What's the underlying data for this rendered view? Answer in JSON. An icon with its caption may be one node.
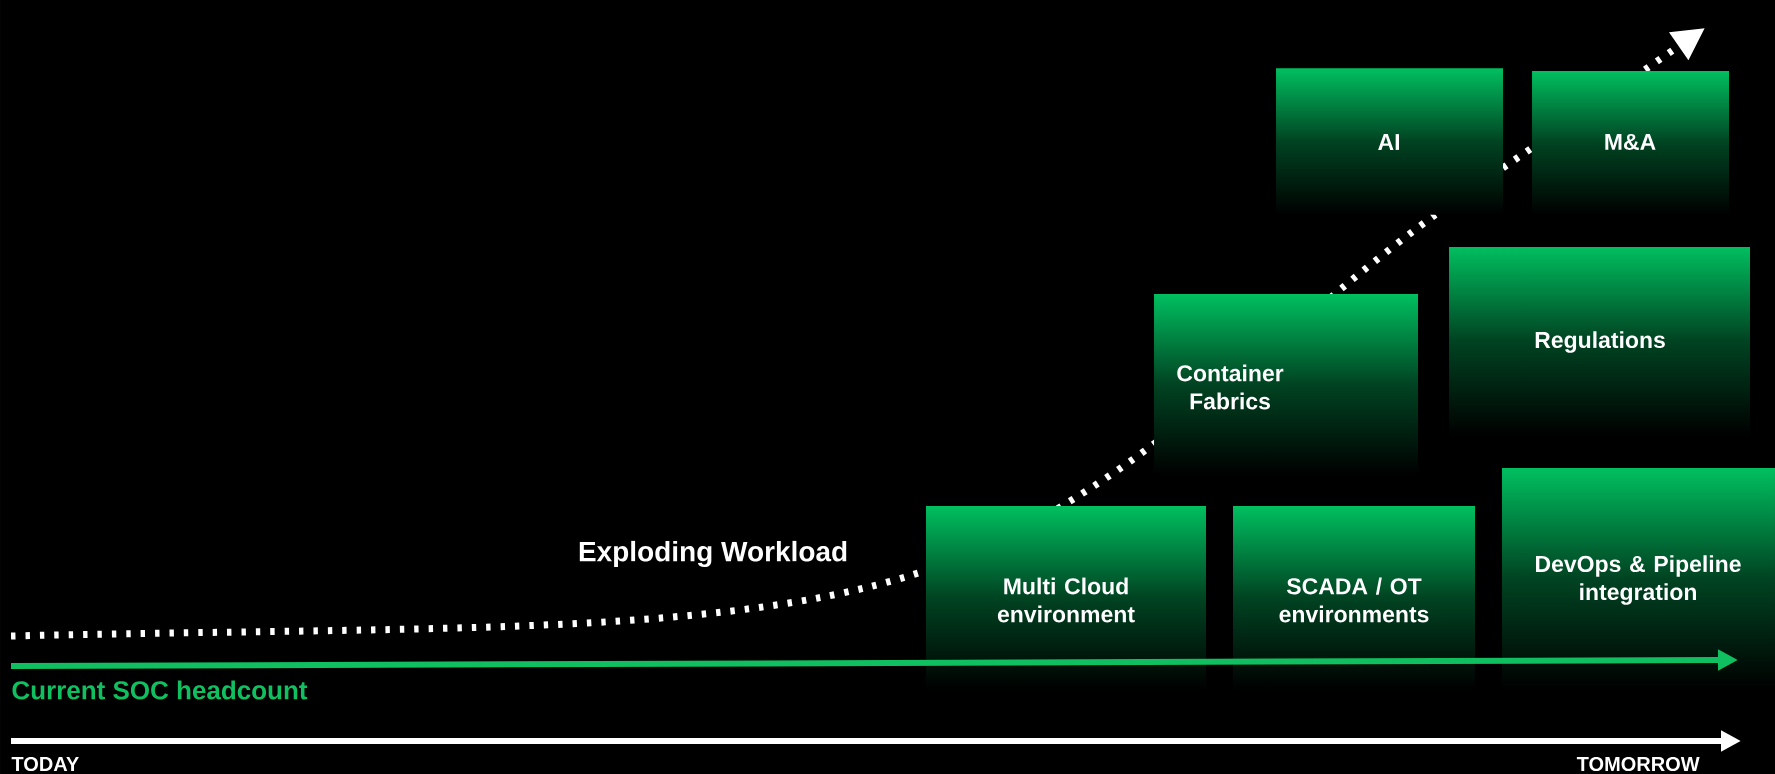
{
  "diagram": {
    "nodes": [
      {
        "text": [
          "AI"
        ]
      },
      {
        "text": [
          "M&A"
        ]
      },
      {
        "text": [
          "Container Fabrics"
        ]
      },
      {
        "text": [
          "Regulations"
        ]
      },
      {
        "text": [
          "Multi Cloud environment"
        ]
      },
      {
        "text": [
          "SCADA / OT environments"
        ]
      },
      {
        "text": [
          "DevOps & Pipeline integration"
        ]
      }
    ],
    "labels": [
      "Exploding Workload",
      "Current SOC headcount",
      "TODAY",
      "TOMORROW"
    ]
  }
}
